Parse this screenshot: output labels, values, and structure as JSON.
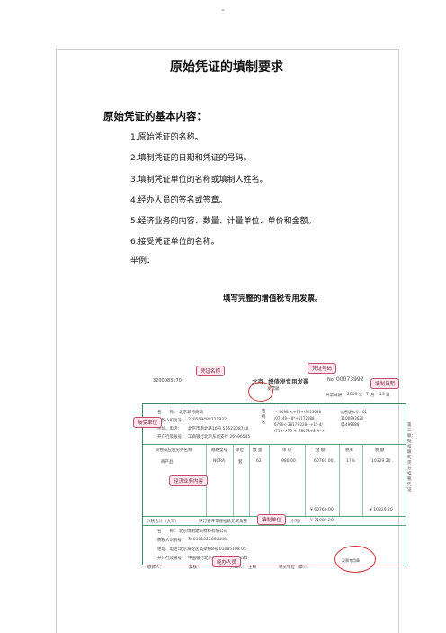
{
  "document": {
    "title": "原始凭证的填制要求",
    "section_heading": "原始凭证的基本内容：",
    "items": [
      "1.原始凭证的名称。",
      "2.填制凭证的日期和凭证的号码。",
      "3.填制凭证单位的名称或填制人姓名。",
      "4.经办人员的签名或签章。",
      "5.经济业务的内容、数量、计量单位、单价和金额。",
      "6.接受凭证单位的名称。"
    ],
    "example_label": "举例：",
    "example_caption": "填写完整的增值税专用发票。"
  },
  "invoice": {
    "code": "3200083170",
    "region": "北京",
    "title": "增值税专用发票",
    "number_label": "No",
    "number": "00073992",
    "copy_label": "发票联",
    "date_label": "开票日期：",
    "date_year": "2009",
    "date_year_unit": "年",
    "date_month": "7",
    "date_month_unit": "月",
    "date_day": "23",
    "date_day_unit": "日",
    "buyer_name_label": "名　　称：",
    "buyer_name": "北京新特商场",
    "buyer_taxid_label": "纳税人识别号：",
    "buyer_taxid": "320509488721932",
    "buyer_address_label": "地址、电话：",
    "buyer_address": "北京市南北路16号 5162308748",
    "buyer_bank_label": "开户行及账号：",
    "buyer_bank": "工商银行北京东城支行 26596545",
    "cipher_area_label": "密码区",
    "cipher_lines": [
      "*-*8498*<+78+-3213698",
      "/07149-+8*+5172988",
      "6796<-2817+2284-+15-4/",
      "/71+->76*+*78478+8*+->"
    ],
    "cipher_right": [
      "加密版本号：01",
      "3100993620",
      "01499688"
    ],
    "col_item": "货物或应税劳务名称",
    "col_spec": "规格型号",
    "col_unit": "单位",
    "col_qty": "数 量",
    "col_price": "单 价",
    "col_amount": "金 额",
    "col_rate": "税率",
    "col_tax": "税 额",
    "line_item": "商产品",
    "line_spec": "NORA",
    "line_unit": "套",
    "line_qty": "62",
    "line_price": "980.00",
    "line_amount": "60760.00",
    "line_rate": "17%",
    "line_tax": "10329.20",
    "subtotal_amount": "¥ 60760.00",
    "subtotal_tax": "¥ 10329.20",
    "total_label": "价税合计（大写）",
    "total_words": "柒万壹仟零捌拾玖元贰角整",
    "total_small_label": "（小写）",
    "total_small": "¥ 71089.20",
    "seller_name_label": "名　　称：",
    "seller_name": "北京博明建筑材料有限公司",
    "seller_taxid_label": "纳税人识别号：",
    "seller_taxid": "346101022660444",
    "seller_address_label": "地址、电话：",
    "seller_address": "北京海淀区高梁桥8号 01085108 05",
    "seller_bank_label": "开户行及账号：",
    "seller_bank": "中国银行北京分行 1441758184",
    "side_note": "第二联：抵扣联 购货方扣税凭证",
    "footer_payee": "收款人：",
    "footer_checker": "复核：",
    "footer_drawer": "开票人：",
    "footer_drawer_name": "王梅",
    "footer_seller": "销货单位（章）：",
    "stamp_text": "发票专用章"
  },
  "callouts": {
    "voucher_name": "凭证名称",
    "voucher_number": "凭证号码",
    "fill_date": "填制日期",
    "receiving_unit": "接受单位",
    "business_content": "经济业务内容",
    "filling_unit": "填制单位",
    "handler": "经办人员"
  }
}
